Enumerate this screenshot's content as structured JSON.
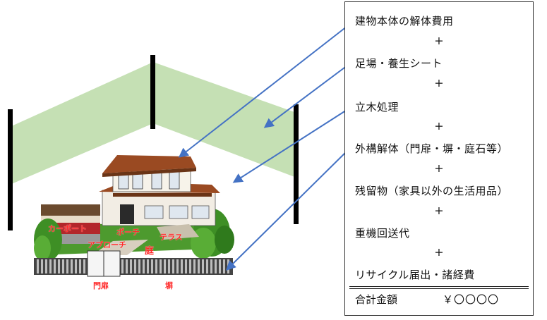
{
  "cost_items": [
    "建物本体の解体費用",
    "足場・養生シート",
    "立木処理",
    "外構解体（門扉・塀・庭石等）",
    "残留物（家具以外の生活用品）",
    "重機回送代",
    "リサイクル届出・諸経費"
  ],
  "plus_symbol": "+",
  "total_label": "合計金額",
  "total_value": "￥〇〇〇〇",
  "house_labels": {
    "carport": "カーポート",
    "porch": "ポーチ",
    "terrace": "テラス",
    "approach": "アプローチ",
    "garden": "庭",
    "gate": "門扉",
    "fence": "塀"
  },
  "colors": {
    "arrow": "#4472c4",
    "scaffold_sheet": "#c5e0b4",
    "label_red": "#ff2a2a",
    "roof": "#9a4a22"
  }
}
